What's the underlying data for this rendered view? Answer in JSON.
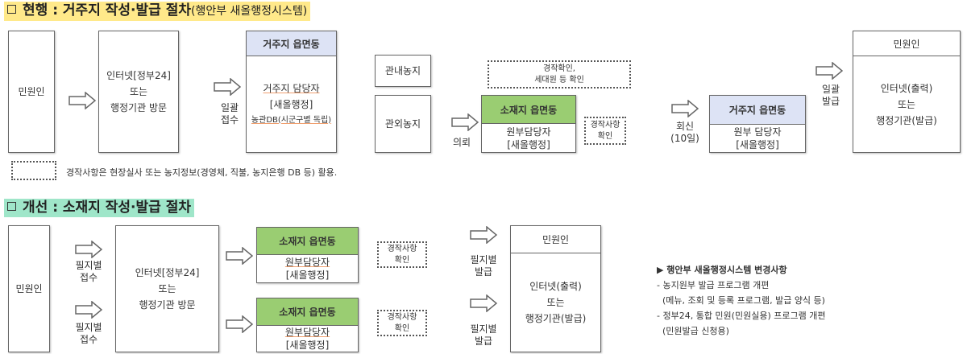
{
  "current": {
    "title": "현행 : 거주지 작성·발급 절차",
    "title_sub": "(행안부 새올행정시스템)",
    "applicant": "민원인",
    "channel": [
      "인터넷[정부24]",
      "또는",
      "행정기관 방문"
    ],
    "receive_label": [
      "일괄",
      "접수"
    ],
    "residence_office": {
      "header": "거주지 읍면동",
      "lines": [
        "거주지 담당자",
        "[새올행정]",
        "농관DB(시군구별 독립)"
      ]
    },
    "in_area": "관내농지",
    "out_area": "관외농지",
    "request_label": "의뢰",
    "check_household": [
      "경작확인,",
      "세대원 등 확인"
    ],
    "location_office": {
      "header": "소재지 읍면동",
      "lines": [
        "원부담당자",
        "[새올행정]"
      ]
    },
    "check_cultivation": [
      "경작사항",
      "확인"
    ],
    "reply_label": [
      "회신",
      "(10일)"
    ],
    "residence_office2": {
      "header": "거주지 읍면동",
      "lines": [
        "원부 담당자",
        "[새올행정]"
      ]
    },
    "issue_label": [
      "일괄",
      "발급"
    ],
    "result": {
      "header": "민원인",
      "lines": [
        "인터넷(출력)",
        "또는",
        "행정기관(발급)"
      ]
    },
    "legend": "경작사항은 현장실사 또는 농지정보(경영체, 직불, 농지은행 DB 등) 활용."
  },
  "improved": {
    "title": "개선 : 소재지 작성·발급 절차",
    "applicant": "민원인",
    "receive_label": [
      "필지별",
      "접수"
    ],
    "channel": [
      "인터넷[정부24]",
      "또는",
      "행정기관 방문"
    ],
    "location_office": {
      "header": "소재지 읍면동",
      "lines": [
        "원부담당자",
        "[새올행정]"
      ]
    },
    "check_cultivation": [
      "경작사항",
      "확인"
    ],
    "issue_label": [
      "필지별",
      "발급"
    ],
    "result": {
      "header": "민원인",
      "lines": [
        "인터넷(출력)",
        "또는",
        "행정기관(발급)"
      ]
    },
    "notes": [
      "▶ 행안부 새올행정시스템 변경사항",
      " - 농지원부 발급 프로그램 개편",
      "  (메뉴, 조회 및 등록 프로그램, 발급 양식 등)",
      " - 정부24, 통합 민원(민원실용) 프로그램 개편",
      "  (민원발급 신청용)"
    ]
  },
  "colors": {
    "title1_bg": "#ffe98a",
    "title2_bg": "#9fe6c9",
    "blue_header": "#dde3f5",
    "green_header": "#9acd72"
  }
}
